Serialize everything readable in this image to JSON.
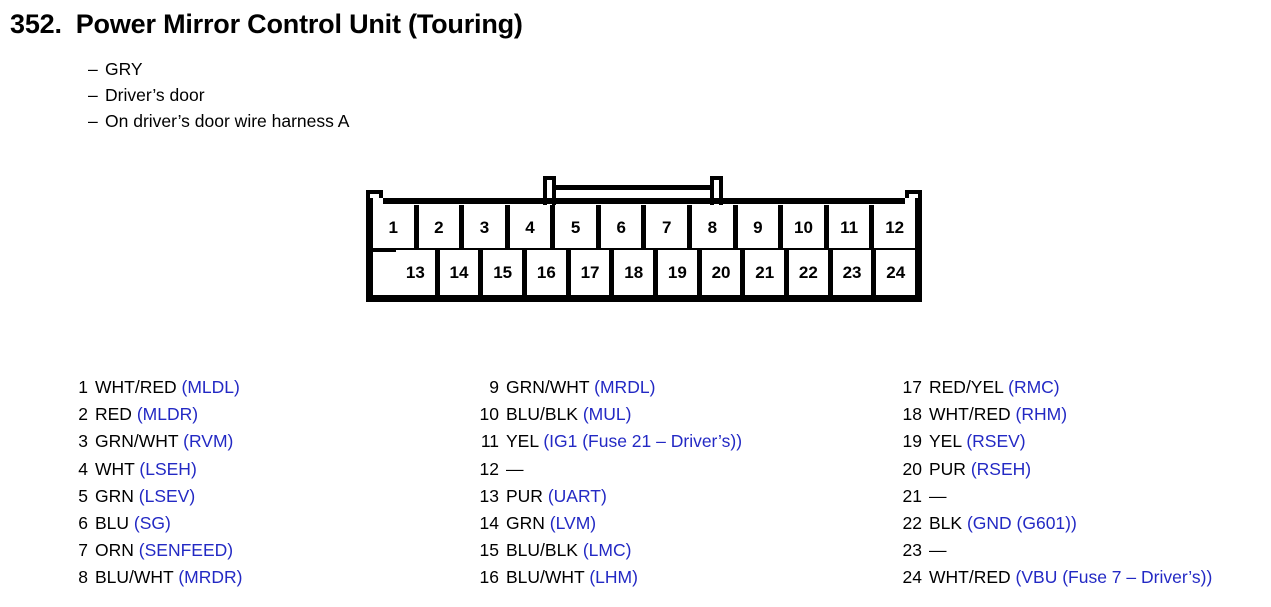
{
  "header": {
    "number": "352.",
    "title": "Power Mirror Control Unit (Touring)",
    "specs": [
      "GRY",
      "Driver’s door",
      "On driver’s door wire harness A"
    ],
    "dash": "–"
  },
  "connector": {
    "top_row": [
      "1",
      "2",
      "3",
      "4",
      "5",
      "6",
      "7",
      "8",
      "9",
      "10",
      "11",
      "12"
    ],
    "bottom_row": [
      "13",
      "14",
      "15",
      "16",
      "17",
      "18",
      "19",
      "20",
      "21",
      "22",
      "23",
      "24"
    ]
  },
  "colors": {
    "signal_blue": "#2329c4",
    "text_black": "#000000",
    "background": "#ffffff"
  },
  "pins": {
    "column_1": [
      {
        "num": "1",
        "wire": "WHT/RED",
        "signal": "(MLDL)"
      },
      {
        "num": "2",
        "wire": "RED",
        "signal": "(MLDR)"
      },
      {
        "num": "3",
        "wire": "GRN/WHT",
        "signal": "(RVM)"
      },
      {
        "num": "4",
        "wire": "WHT",
        "signal": "(LSEH)"
      },
      {
        "num": "5",
        "wire": "GRN",
        "signal": "(LSEV)"
      },
      {
        "num": "6",
        "wire": "BLU",
        "signal": "(SG)"
      },
      {
        "num": "7",
        "wire": "ORN",
        "signal": "(SENFEED)"
      },
      {
        "num": "8",
        "wire": "BLU/WHT",
        "signal": "(MRDR)"
      }
    ],
    "column_2": [
      {
        "num": "9",
        "wire": "GRN/WHT",
        "signal": "(MRDL)"
      },
      {
        "num": "10",
        "wire": "BLU/BLK",
        "signal": "(MUL)"
      },
      {
        "num": "11",
        "wire": "YEL",
        "signal": "(IG1 (Fuse 21 – Driver’s))"
      },
      {
        "num": "12",
        "wire": "—",
        "signal": ""
      },
      {
        "num": "13",
        "wire": "PUR",
        "signal": "(UART)"
      },
      {
        "num": "14",
        "wire": "GRN",
        "signal": "(LVM)"
      },
      {
        "num": "15",
        "wire": "BLU/BLK",
        "signal": "(LMC)"
      },
      {
        "num": "16",
        "wire": "BLU/WHT",
        "signal": "(LHM)"
      }
    ],
    "column_3": [
      {
        "num": "17",
        "wire": "RED/YEL",
        "signal": "(RMC)"
      },
      {
        "num": "18",
        "wire": "WHT/RED",
        "signal": "(RHM)"
      },
      {
        "num": "19",
        "wire": "YEL",
        "signal": "(RSEV)"
      },
      {
        "num": "20",
        "wire": "PUR",
        "signal": "(RSEH)"
      },
      {
        "num": "21",
        "wire": "—",
        "signal": ""
      },
      {
        "num": "22",
        "wire": "BLK",
        "signal": "(GND (G601))"
      },
      {
        "num": "23",
        "wire": "—",
        "signal": ""
      },
      {
        "num": "24",
        "wire": "WHT/RED",
        "signal": "(VBU (Fuse 7 – Driver’s))"
      }
    ]
  }
}
